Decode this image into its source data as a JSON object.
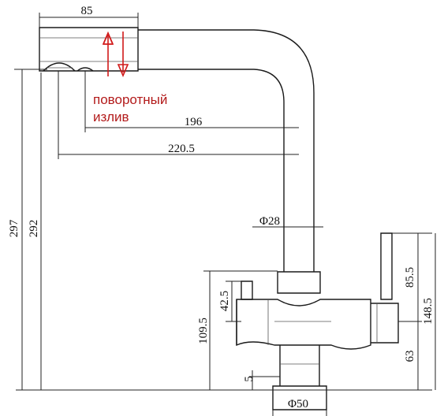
{
  "annotation": {
    "line1": "поворотный",
    "line2": "излив",
    "color": "#b31b1b"
  },
  "dimensions": {
    "top_width": "85",
    "spout_reach": "196",
    "overall_reach": "220.5",
    "tube_diameter": "Φ28",
    "height_overall": "297",
    "height_spout": "292",
    "lever_left": "42.5",
    "body_height": "109.5",
    "lever_right": "85.5",
    "height_right": "148.5",
    "base_height": "63",
    "base_offset": "5",
    "base_diameter": "Φ50"
  },
  "icons": {
    "rotation_arrows": "up-down-arrows-icon"
  }
}
